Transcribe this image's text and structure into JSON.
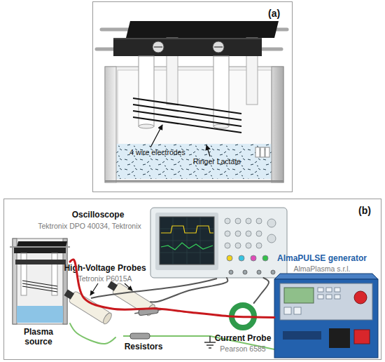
{
  "diagram": {
    "nodes": [
      {
        "text": [
          "(a)"
        ]
      },
      {
        "text": [
          "(b)"
        ]
      },
      {
        "text": [
          "Oscilloscope",
          "Tektronix DPO 40034, Tektronix"
        ],
        "in": 1
      },
      {
        "text": [
          "High-Voltage Probes",
          "Tetronix P6015A"
        ],
        "in": 1
      },
      {
        "text": [
          "AlmaPULSE generator",
          "AlmaPlasma s.r.l."
        ],
        "in": 1
      },
      {
        "text": [
          "Plasma source"
        ],
        "in": 1
      },
      {
        "text": [
          "Resistors"
        ],
        "in": 1
      },
      {
        "text": [
          "Current Probe",
          "Pearson 6585"
        ],
        "in": 1
      }
    ],
    "edges": [
      {
        "from": 3,
        "to": 2,
        "arrow": "none"
      },
      {
        "from": 7,
        "to": 2,
        "arrow": "none"
      },
      {
        "from": 4,
        "to": 5,
        "arrow": "none"
      },
      {
        "from": 6,
        "to": 5,
        "arrow": "none"
      }
    ],
    "labels": [
      "4 wire electrodes",
      "Ringer Lactate"
    ]
  }
}
